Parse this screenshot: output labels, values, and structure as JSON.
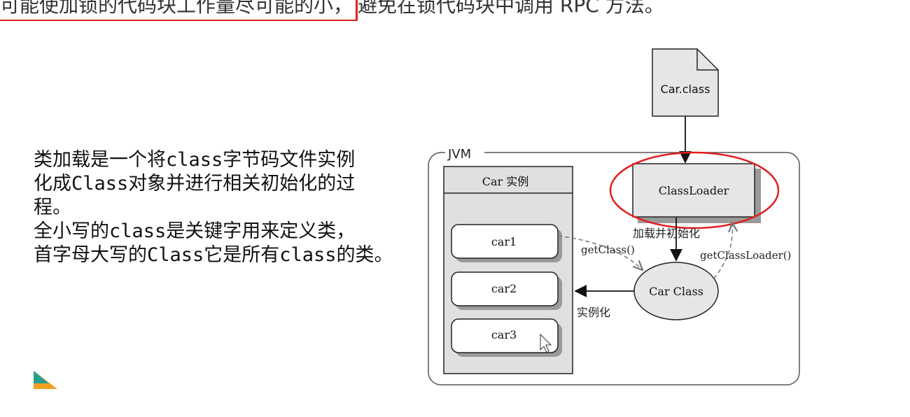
{
  "header": {
    "highlighted": "可能使加锁的代码块工作量尽可能的小，",
    "rest": "避免在锁代码块中调用 RPC 方法。"
  },
  "explanation": {
    "lines": [
      "类加载是一个将class字节码文件实例",
      "化成Class对象并进行相关初始化的过",
      "程。",
      "全小写的class是关键字用来定义类，",
      "首字母大写的Class它是所有class的类。"
    ]
  },
  "diagram": {
    "file": "Car.class",
    "jvm_label": "JVM",
    "instances_title": "Car 实例",
    "instances": [
      "car1",
      "car2",
      "car3"
    ],
    "classloader": "ClassLoader",
    "car_class": "Car Class",
    "load_init_label": "加载并初始化",
    "getclass_label": "getClass()",
    "getclassloader_label": "getClassLoader()",
    "instantiate_label": "实例化",
    "colors": {
      "box_fill": "#e6e6e6",
      "shadow": "#9a9a9a",
      "highlight": "#e02020",
      "jvm_border": "#555555"
    }
  }
}
